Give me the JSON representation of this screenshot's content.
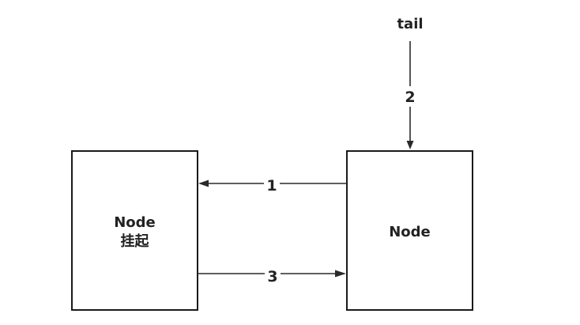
{
  "nodes": {
    "left": {
      "title": "Node",
      "subtitle": "挂起"
    },
    "right": {
      "title": "Node"
    },
    "tail": {
      "label": "tail"
    }
  },
  "edges": {
    "tail_to_right": {
      "label": "2"
    },
    "right_to_left": {
      "label": "1"
    },
    "left_to_right": {
      "label": "3"
    }
  }
}
